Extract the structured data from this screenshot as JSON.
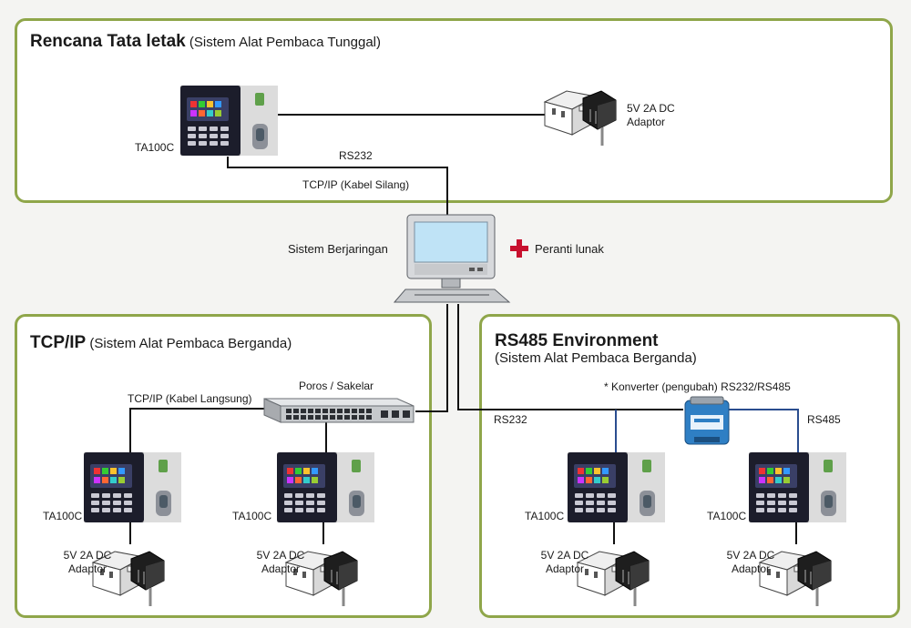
{
  "panels": {
    "top": {
      "title": "Rencana Tata letak",
      "subtitle": "(Sistem Alat Pembaca Tunggal)"
    },
    "tcp": {
      "title": "TCP/IP",
      "subtitle": "(Sistem Alat Pembaca Berganda)"
    },
    "rs": {
      "title": "RS485 Environment",
      "subtitle": "(Sistem Alat Pembaca Berganda)"
    }
  },
  "labels": {
    "device": "TA100C",
    "adaptor_line1": "5V 2A DC",
    "adaptor_line2": "Adaptor",
    "rs232": "RS232",
    "tcp_cross": "TCP/IP (Kabel Silang)",
    "network": "Sistem Berjaringan",
    "software": "Peranti lunak",
    "hub": "Poros / Sakelar",
    "tcp_direct": "TCP/IP (Kabel Langsung)",
    "converter": "* Konverter (pengubah) RS232/RS485",
    "rs485": "RS485"
  },
  "colors": {
    "border": "#8fa64a",
    "wire": "#111111",
    "rs485_wire": "#2a4d8f",
    "plus": "#c8102e",
    "converter": "#2f7fc4"
  },
  "icons": {
    "device": "fingerprint-terminal-icon",
    "adaptor": "power-socket-adaptor-icon",
    "computer": "desktop-computer-icon",
    "hub": "network-switch-icon",
    "converter": "rs232-rs485-converter-icon",
    "plus": "plus-icon"
  }
}
